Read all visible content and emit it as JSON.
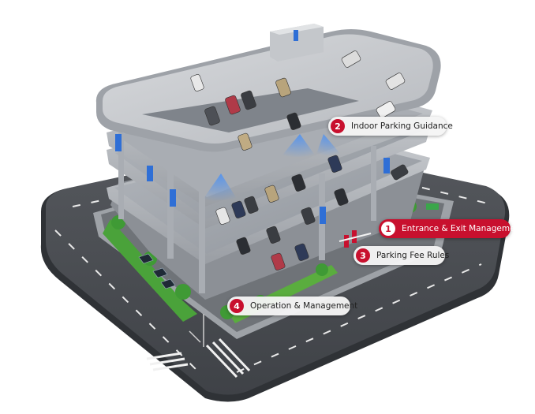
{
  "hotspots": [
    {
      "number": "2",
      "label": "Indoor Parking Guidance"
    },
    {
      "number": "1",
      "label": "Entrance & Exit Management"
    },
    {
      "number": "3",
      "label": "Parking Fee Rules"
    },
    {
      "number": "4",
      "label": "Operation & Management"
    }
  ],
  "colors": {
    "accent": "#c8102e",
    "road": "#4a4d52",
    "glow": "#3c8cff"
  }
}
